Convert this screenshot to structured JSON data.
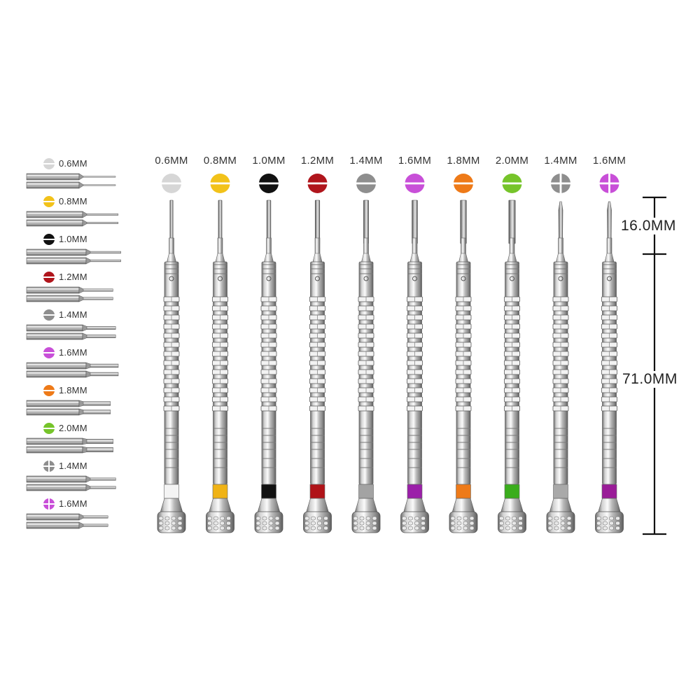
{
  "drivers": [
    {
      "size": "0.6MM",
      "color": "#d6d6d6",
      "tip": "slotted"
    },
    {
      "size": "0.8MM",
      "color": "#f2c21a",
      "tip": "slotted"
    },
    {
      "size": "1.0MM",
      "color": "#111111",
      "tip": "slotted"
    },
    {
      "size": "1.2MM",
      "color": "#b0151c",
      "tip": "slotted"
    },
    {
      "size": "1.4MM",
      "color": "#8e8e8e",
      "tip": "slotted"
    },
    {
      "size": "1.6MM",
      "color": "#c84fd8",
      "tip": "slotted"
    },
    {
      "size": "1.8MM",
      "color": "#ee7a18",
      "tip": "slotted"
    },
    {
      "size": "2.0MM",
      "color": "#76c42a",
      "tip": "slotted"
    },
    {
      "size": "1.4MM",
      "color": "#8e8e8e",
      "tip": "phillips"
    },
    {
      "size": "1.6MM",
      "color": "#c84fd8",
      "tip": "phillips"
    }
  ],
  "ring_colors": [
    "#f4f4f4",
    "#f0b316",
    "#111111",
    "#b01318",
    "#a3a3a3",
    "#9b1fa9",
    "#ee7a18",
    "#3aad1c",
    "#a9a9a9",
    "#9a1c98"
  ],
  "dimensions": {
    "bit_length": "16.0MM",
    "body_length": "71.0MM"
  }
}
